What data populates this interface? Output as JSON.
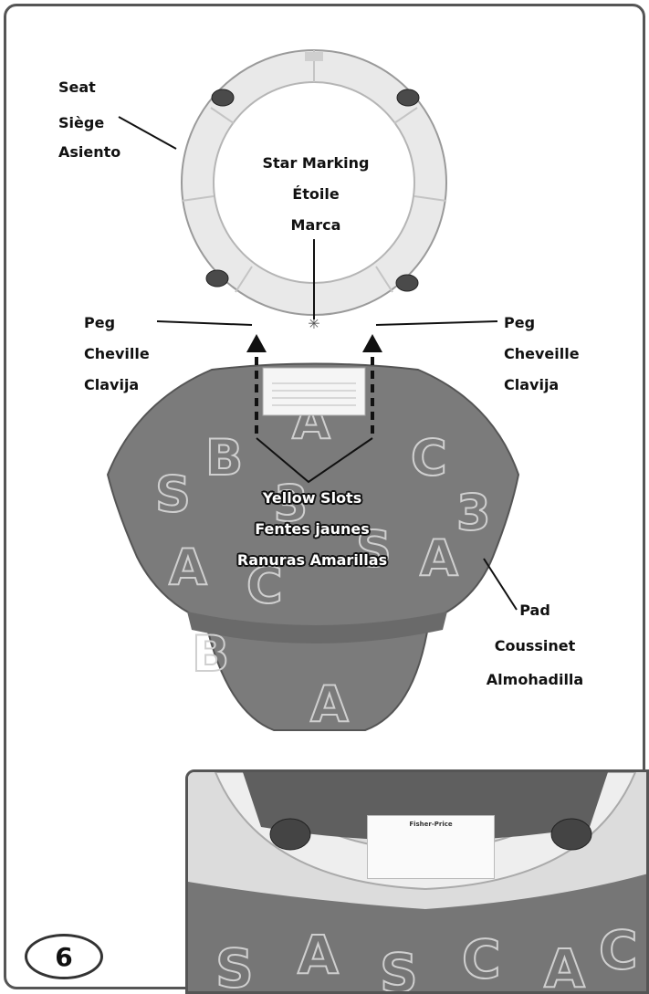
{
  "step_number": "6",
  "labels": {
    "seat": [
      "Seat",
      "Siège",
      "Asiento"
    ],
    "star_marking": [
      "Star Marking",
      "Étoile",
      "Marca"
    ],
    "peg_left": [
      "Peg",
      "Cheville",
      "Clavija"
    ],
    "peg_right": [
      "Peg",
      "Cheveille",
      "Clavija"
    ],
    "yellow_slots": [
      "Yellow Slots",
      "Fentes jaunes",
      "Ranuras Amarillas"
    ],
    "pad": [
      "Pad",
      "Coussinet",
      "Almohadilla"
    ]
  },
  "tag": {
    "brand": "Fisher-Price"
  },
  "colors": {
    "pad": "#7b7b7b",
    "ring": "#e6e6e6",
    "frame": "#555555"
  }
}
